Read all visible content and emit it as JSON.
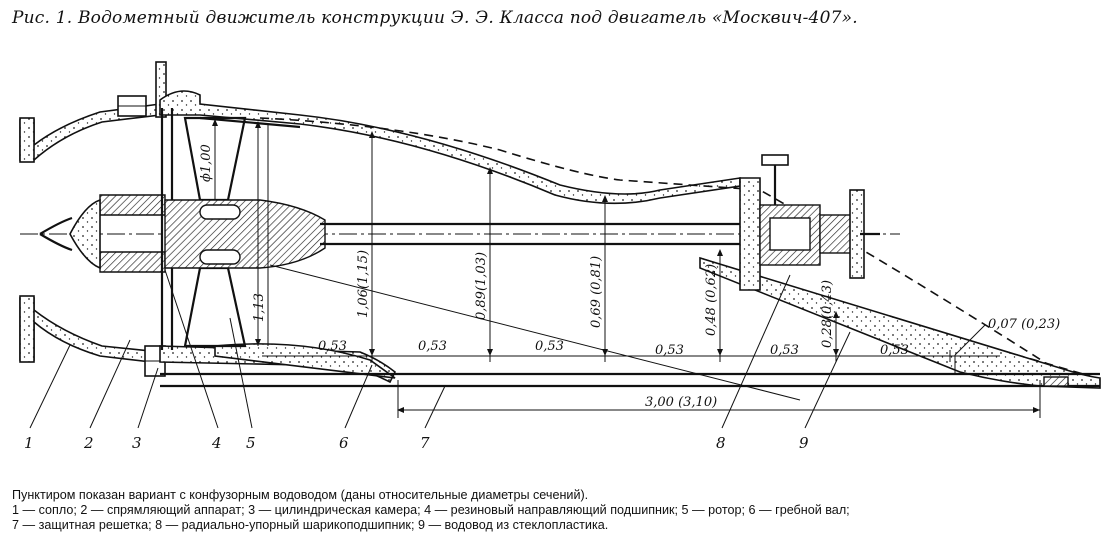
{
  "caption": "Рис. 1. Водометный движитель конструкции Э. Э. Классa под двигатель «Москвич-407».",
  "dimensions": {
    "diam_rotor": "ϕ1,00",
    "d_113": "1,13",
    "d1": "1,06(1,15)",
    "d2": "0,89(1,03)",
    "d3": "0,69 (0,81)",
    "d4": "0,48 (0,62)",
    "d5": "0,28(0,43)",
    "d_outlet": "0,07 (0,23)",
    "step": "0,53",
    "total_length": "3,00 (3,10)"
  },
  "labels": [
    "1",
    "2",
    "3",
    "4",
    "5",
    "6",
    "7",
    "8",
    "9"
  ],
  "notes": {
    "line1": "Пунктиром показан вариант с конфузорным водоводом (даны относительные диаметры сечений).",
    "line2": "1 — сопло; 2 — спрямляющий аппарат; 3 — цилиндрическая камера; 4 — резиновый направляющий подшипник; 5 — ротор; 6 — гребной вал;",
    "line3": "7 — защитная решетка; 8 — радиально-упорный шарикоподшипник; 9 — водовод из стеклопластика."
  }
}
